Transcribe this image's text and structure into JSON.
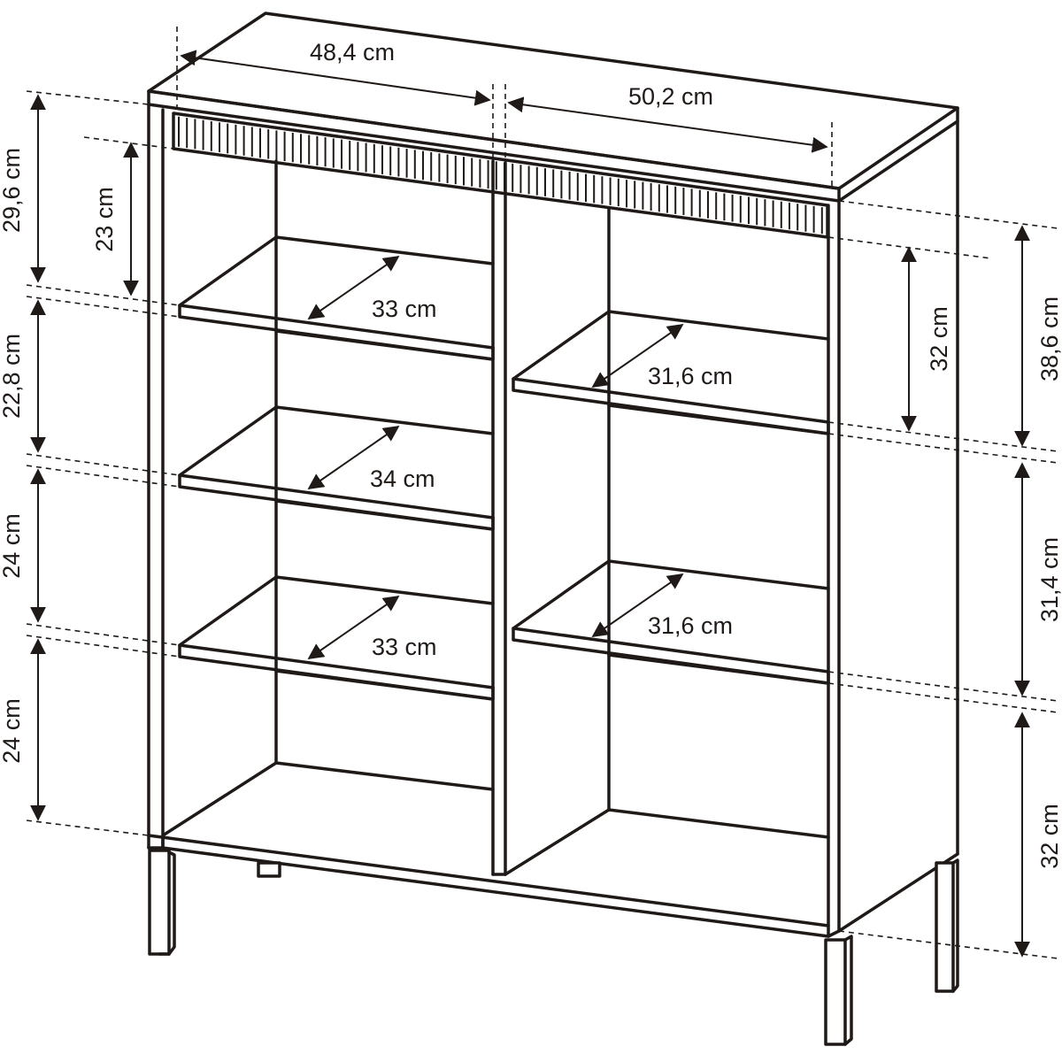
{
  "width_dims": {
    "left": "48,4 cm",
    "right": "50,2 cm"
  },
  "left_heights": {
    "h1": "29,6 cm",
    "h1_inner": "23 cm",
    "h2": "22,8 cm",
    "h3": "24 cm",
    "h4": "24 cm"
  },
  "right_heights": {
    "h1": "38,6 cm",
    "h1_inner": "32 cm",
    "h2": "31,4 cm",
    "h3": "32 cm"
  },
  "shelf_depths": {
    "l1": "33 cm",
    "l2": "34 cm",
    "l3": "33 cm",
    "r1": "31,6 cm",
    "r2": "31,6 cm"
  }
}
